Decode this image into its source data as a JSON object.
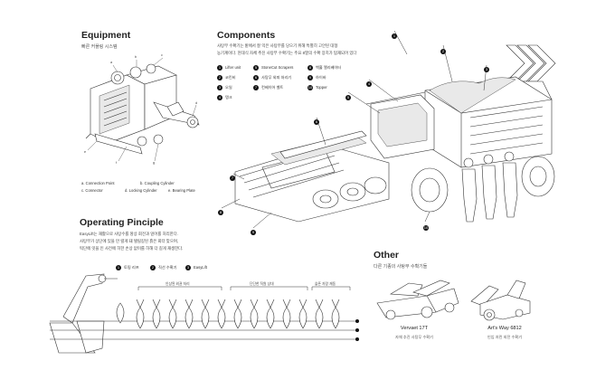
{
  "equipment": {
    "title": "Equipment",
    "subtitle": "빠른 커플링 시스템",
    "letters": [
      "a",
      "b",
      "c",
      "d",
      "e",
      "f",
      "g"
    ],
    "legend": [
      {
        "key": "a",
        "label": "Connection Point"
      },
      {
        "key": "b",
        "label": "Coupling Cylinder"
      },
      {
        "key": "c",
        "label": "Connector"
      },
      {
        "key": "d",
        "label": "Locking Cylinder"
      },
      {
        "key": "e",
        "label": "Bearing Plate"
      }
    ]
  },
  "components": {
    "title": "Components",
    "description_line1": "사탕무 수확기는 밭에서 잘 익은 사탕무를 당으기 위해 특별히 고안된 대형",
    "description_line2": "농기계이다. 현대식 자체 추진 사탕무 수확기는 주요 8열의 수확 장치가 탑재되어 있다",
    "items": [
      {
        "n": "1",
        "label": "Lifter unit"
      },
      {
        "n": "2",
        "label": "코킨비"
      },
      {
        "n": "3",
        "label": "오일"
      },
      {
        "n": "4",
        "label": "탱크"
      },
      {
        "n": "5",
        "label": "StoneCut Scrapers"
      },
      {
        "n": "6",
        "label": "사탕무 외피 처리기"
      },
      {
        "n": "7",
        "label": "컨베이어 벨트"
      },
      {
        "n": "8",
        "label": "백홀 엘리베이터"
      },
      {
        "n": "9",
        "label": "하이바"
      },
      {
        "n": "10",
        "label": "Topper"
      }
    ],
    "callouts": [
      "1",
      "2",
      "3",
      "4",
      "5",
      "6",
      "7",
      "8",
      "9",
      "10"
    ]
  },
  "operating": {
    "title": "Operating Pinciple",
    "para_line1": "EasyLift는 재활으로 사탕수를 땅상 회전과 잎어를 처리한다.",
    "para_line2": "사탕무가 상단에 있을 만 렬게 돼 텔릴길된 흙은 회터 맞으며,",
    "para_line3": "떡단에 잇을 인 사전에 히한 손상 없이를 히해 더 길게 재생한다.",
    "steps": [
      {
        "label": "토핑 리프"
      },
      {
        "label": "직선 수확기"
      },
      {
        "label": "EasyLift"
      }
    ],
    "brackets": [
      {
        "label": "인상된 외권 처리"
      },
      {
        "label": "단단한 직원 상대"
      },
      {
        "label": "슬픈 자랑 재동"
      }
    ]
  },
  "other": {
    "title": "Other",
    "subtitle": "다른 기종의 사탕무 수확기들",
    "models": [
      {
        "name": "Vervaet 17T",
        "desc": "자체 추진 사탕무 수확기"
      },
      {
        "name": "Art's Way 6812",
        "desc": "인입 처린 외전 수확기"
      }
    ]
  }
}
